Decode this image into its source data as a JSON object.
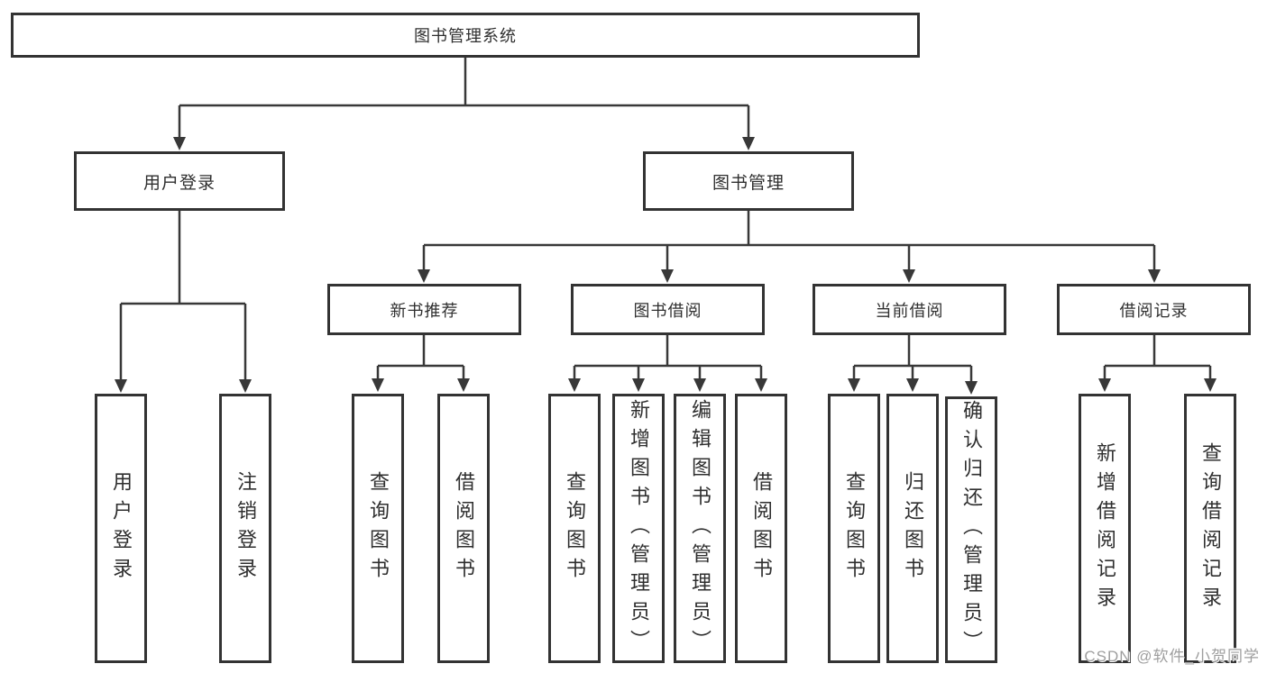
{
  "diagram": {
    "title": "图书管理系统",
    "branches": [
      {
        "label": "用户登录",
        "children": [
          {
            "label": "用户登录"
          },
          {
            "label": "注销登录"
          }
        ]
      },
      {
        "label": "图书管理",
        "children": [
          {
            "label": "新书推荐",
            "children": [
              {
                "label": "查询图书"
              },
              {
                "label": "借阅图书"
              }
            ]
          },
          {
            "label": "图书借阅",
            "children": [
              {
                "label": "查询图书"
              },
              {
                "label": "新增图书（管理员）"
              },
              {
                "label": "编辑图书（管理员）"
              },
              {
                "label": "借阅图书"
              }
            ]
          },
          {
            "label": "当前借阅",
            "children": [
              {
                "label": "查询图书"
              },
              {
                "label": "归还图书"
              },
              {
                "label": "确认归还（管理员）"
              }
            ]
          },
          {
            "label": "借阅记录",
            "children": [
              {
                "label": "新增借阅记录"
              },
              {
                "label": "查询借阅记录"
              }
            ]
          }
        ]
      }
    ]
  },
  "watermark": "CSDN @软件_小贺同学",
  "colors": {
    "line": "#383838",
    "box_border": "#333333",
    "text": "#2f2f2f",
    "watermark": "#9e9e9e",
    "background": "#ffffff"
  }
}
